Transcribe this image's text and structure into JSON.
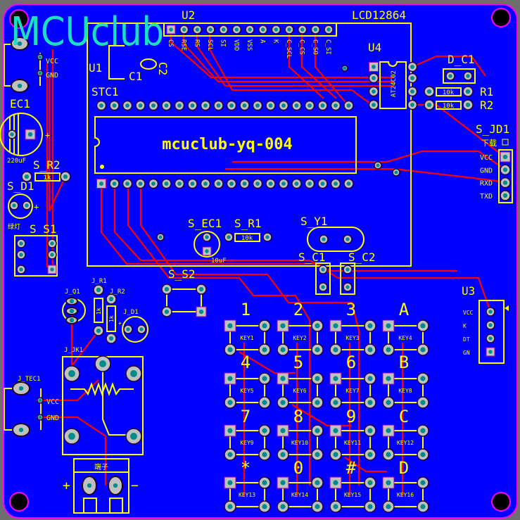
{
  "logo": "MCUclub",
  "colors": {
    "board": "#0000ff",
    "outline": "#ff00ff",
    "silk": "#ffff00",
    "trace": "#ff0000",
    "pad": "#c0c0c0",
    "drill": "#008b8b",
    "logo": "#18e0c0"
  },
  "lcd": {
    "ref": "U2",
    "name": "LCD12864",
    "pins": [
      "CS",
      "RSE",
      "RS",
      "SCL",
      "SI",
      "VDD",
      "VSS",
      "A",
      "K",
      "C_SCL",
      "C_CS",
      "C_SO",
      "C_SI"
    ]
  },
  "u1": {
    "ref": "U1",
    "c1": "C1",
    "c2": "C2"
  },
  "mcu": {
    "ref": "STC1",
    "text": "mcuclub-yq-004"
  },
  "eeprom": {
    "ref": "U4",
    "part": "AT24C02"
  },
  "dc1": {
    "ref": "D_C1"
  },
  "r1": {
    "ref": "R1",
    "value": "10k"
  },
  "r2": {
    "ref": "R2",
    "value": "10k"
  },
  "download": {
    "ref": "S_JD1",
    "title": "下载",
    "pins": [
      "VCC",
      "GND",
      "RXD",
      "TXD"
    ]
  },
  "bat": {
    "vcc": "VCC",
    "gnd": "GND"
  },
  "ec1": {
    "ref": "EC1",
    "value": "220uF"
  },
  "sr2": {
    "ref": "S_R2",
    "value": "1k"
  },
  "sd1": {
    "ref": "S_D1",
    "plus": "+",
    "note": "绿灯"
  },
  "ss1": {
    "ref": "S_S1"
  },
  "sec1": {
    "ref": "S_EC1",
    "value": "10uF"
  },
  "sr1": {
    "ref": "S_R1",
    "value": "10k"
  },
  "sy1": {
    "ref": "S_Y1"
  },
  "sc1": {
    "ref": "S_C1"
  },
  "sc2": {
    "ref": "S_C2"
  },
  "ss2": {
    "ref": "S_S2"
  },
  "u3": {
    "ref": "U3",
    "pins": [
      "VCC",
      "K",
      "DT",
      "GN"
    ]
  },
  "jq1": {
    "ref": "J_Q1"
  },
  "jr1": {
    "ref": "J_R1",
    "value": "1k"
  },
  "jr2": {
    "ref": "J_R2",
    "value": "1k"
  },
  "jd1": {
    "ref": "J_D1",
    "plus": "+"
  },
  "jjk1": {
    "ref": "J_JK1"
  },
  "jtec1": {
    "ref": "J_TEC1",
    "vcc": "VCC",
    "gnd": "GND"
  },
  "terminal": {
    "label": "端子",
    "plus": "+",
    "minus": "−"
  },
  "keypad": {
    "symbols": [
      "1",
      "2",
      "3",
      "A",
      "4",
      "5",
      "6",
      "B",
      "7",
      "8",
      "9",
      "C",
      "*",
      "0",
      "#",
      "D"
    ],
    "keys": [
      "KEY1",
      "KEY2",
      "KEY3",
      "KEY4",
      "KEY5",
      "KEY6",
      "KEY7",
      "KEY8",
      "KEY9",
      "KEY10",
      "KEY11",
      "KEY12",
      "KEY13",
      "KEY14",
      "KEY15",
      "KEY16"
    ]
  }
}
